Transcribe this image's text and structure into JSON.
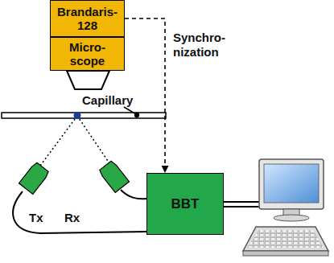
{
  "diagram": {
    "nodes": [
      {
        "text": [
          "Brandaris- 128"
        ]
      },
      {
        "text": [
          "Micro- scope"
        ]
      },
      {
        "text": [
          "BBT"
        ]
      }
    ],
    "edges": [
      {
        "from": 0,
        "to": 2,
        "arrow": "to",
        "label": "Synchro- nization"
      }
    ],
    "labels": [
      "Capillary",
      "Tx",
      "Rx"
    ]
  }
}
